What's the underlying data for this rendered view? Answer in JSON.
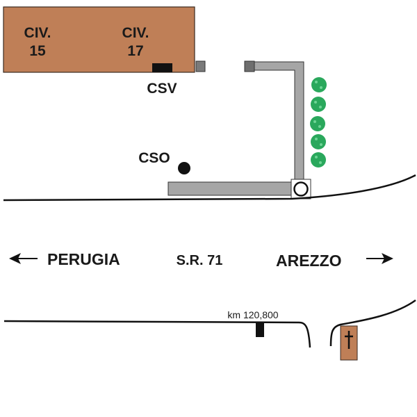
{
  "buildings": {
    "civ15": {
      "line1": "CIV.",
      "line2": "15"
    },
    "civ17": {
      "line1": "CIV.",
      "line2": "17"
    }
  },
  "labels": {
    "csv": "CSV",
    "cso": "CSO",
    "road": "S.R. 71",
    "west_direction": "PERUGIA",
    "east_direction": "AREZZO",
    "km_marker": "km 120,800",
    "cross_symbol": "†"
  },
  "colors": {
    "building": "#bf7f57",
    "pipe": "#a6a6a6",
    "pipe_end": "#6e6e6e",
    "hedge": "#2aa85c",
    "ink": "#111111"
  }
}
